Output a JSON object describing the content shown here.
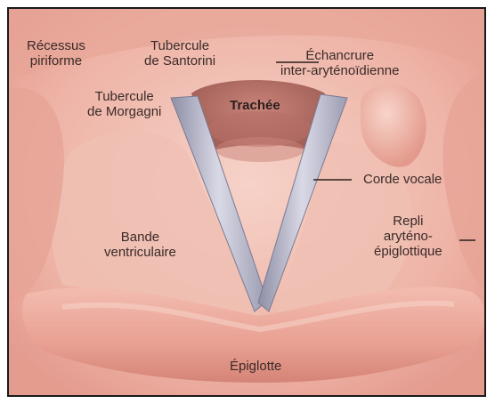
{
  "figure": {
    "labels": {
      "recessus": [
        "Récessus",
        "piriforme"
      ],
      "santorini": [
        "Tubercule",
        "de Santorini"
      ],
      "echancrure": [
        "Échancrure",
        "inter-aryténoïdienne"
      ],
      "morgagni": [
        "Tubercule",
        "de Morgagni"
      ],
      "trachee": "Trachée",
      "corde": "Corde vocale",
      "repli": [
        "Repli",
        "aryténo-",
        "épiglottique"
      ],
      "bande": [
        "Bande",
        "ventriculaire"
      ],
      "epiglotte": "Épiglotte"
    }
  }
}
